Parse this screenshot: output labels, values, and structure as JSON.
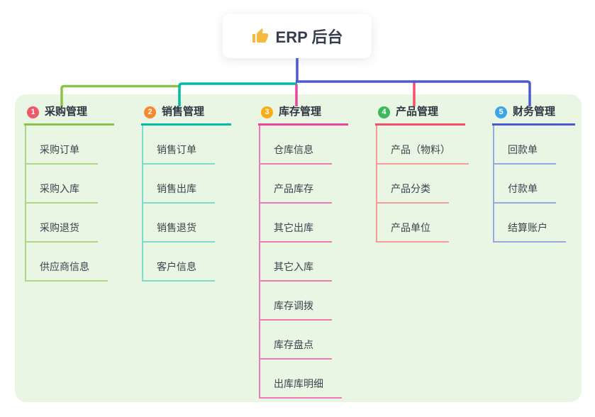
{
  "root": {
    "title": "ERP 后台",
    "icon": "thumbs-up",
    "icon_color": "#f5b93d"
  },
  "canvas": {
    "background": "#ffffff",
    "panel_color": "#e9f6e3",
    "root_connector_color": "#4a5ad4"
  },
  "branches": [
    {
      "num": "1",
      "label": "采购管理",
      "badge_color": "#ef5868",
      "line_color": "#8bc34a",
      "child_line_color": "#aed584",
      "children": [
        "采购订单",
        "采购入库",
        "采购退货",
        "供应商信息"
      ]
    },
    {
      "num": "2",
      "label": "销售管理",
      "badge_color": "#f7882f",
      "line_color": "#00bca6",
      "child_line_color": "#7fdbce",
      "children": [
        "销售订单",
        "销售出库",
        "销售退货",
        "客户信息"
      ]
    },
    {
      "num": "3",
      "label": "库存管理",
      "badge_color": "#f9ac18",
      "line_color": "#e8459c",
      "child_line_color": "#f07ab8",
      "children": [
        "仓库信息",
        "产品库存",
        "其它出库",
        "其它入库",
        "库存调拨",
        "库存盘点",
        "出库库明细"
      ]
    },
    {
      "num": "4",
      "label": "产品管理",
      "badge_color": "#3eb85e",
      "line_color": "#f4506a",
      "child_line_color": "#f89c9b",
      "children": [
        "产品（物料）",
        "产品分类",
        "产品单位"
      ]
    },
    {
      "num": "5",
      "label": "财务管理",
      "badge_color": "#3ba5e8",
      "line_color": "#4a5ad4",
      "child_line_color": "#97a9e4",
      "children": [
        "回款单",
        "付款单",
        "结算账户"
      ]
    }
  ]
}
